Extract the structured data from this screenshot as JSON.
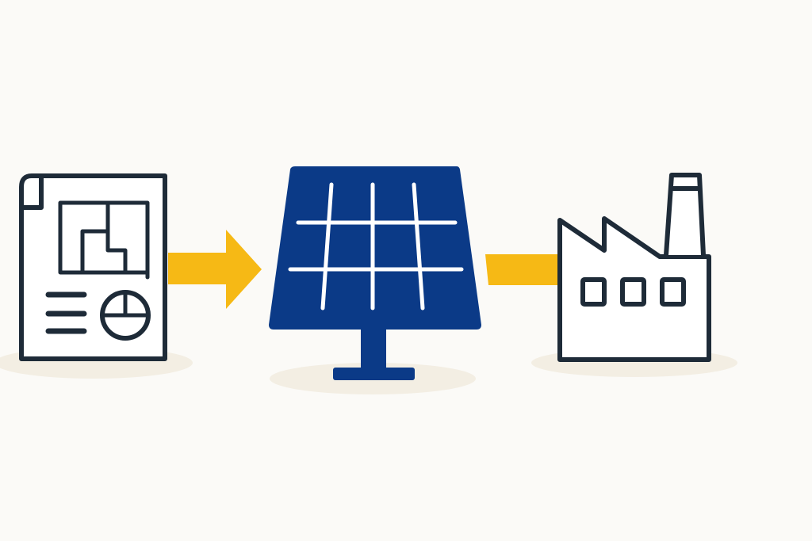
{
  "diagram": {
    "flow": [
      "blueprint-document",
      "solar-panel",
      "factory"
    ],
    "colors": {
      "background": "#fbfaf7",
      "outline": "#1e2b38",
      "panel": "#0b3a87",
      "arrow": "#f6b915",
      "shadow": "#f3eee3",
      "grid": "#ffffff"
    }
  }
}
